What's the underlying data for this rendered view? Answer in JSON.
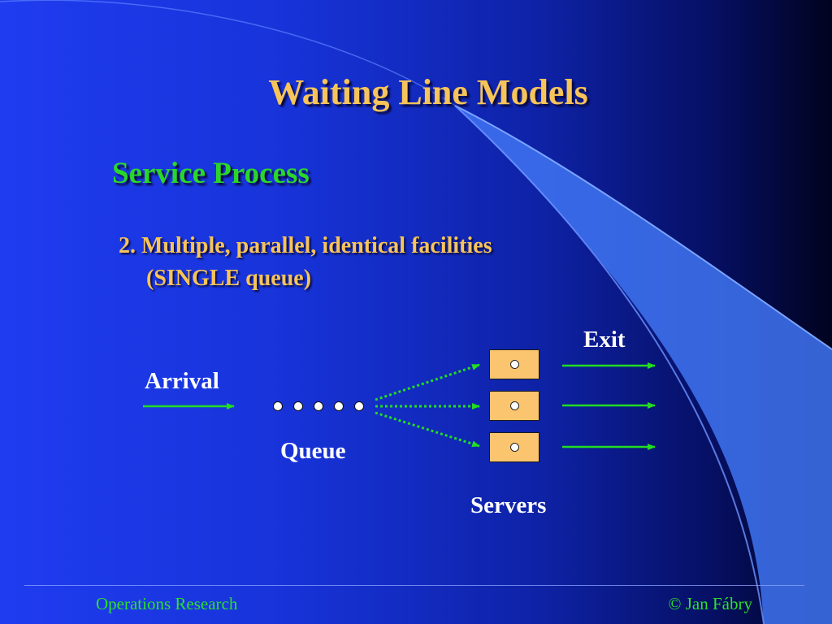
{
  "slide": {
    "title": "Waiting Line Models",
    "subtitle": "Service Process",
    "point_line1": "2. Multiple, parallel, identical facilities",
    "point_line2": "(SINGLE queue)"
  },
  "diagram": {
    "arrival_label": "Arrival",
    "queue_label": "Queue",
    "servers_label": "Servers",
    "exit_label": "Exit",
    "queue_length": 5,
    "server_count": 3
  },
  "footer": {
    "left": "Operations Research",
    "right": "© Jan Fábry"
  },
  "colors": {
    "title": "#f7c45a",
    "subtitle": "#2bd62b",
    "arrow": "#22dd22",
    "server_fill": "#fbc46e",
    "footer_text": "#2be02b"
  }
}
